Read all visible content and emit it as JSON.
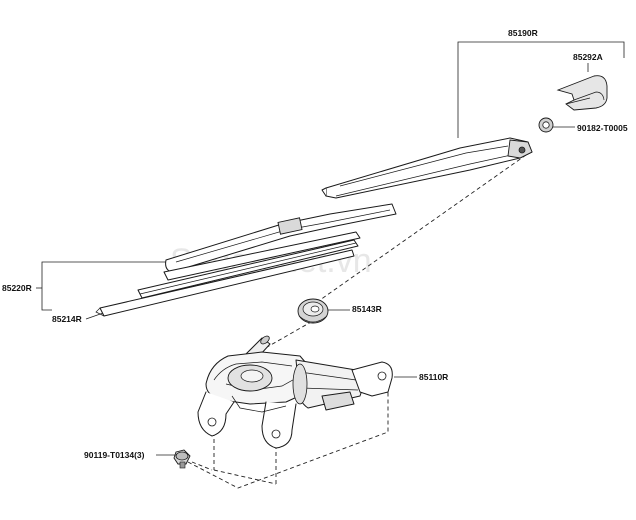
{
  "watermark": "SedanViet.vn",
  "parts": {
    "arm": "85190R",
    "cap": "85292A",
    "nut": "90182-T0005",
    "blade_assembly": "85220R",
    "blade_rubber": "85214R",
    "grommet": "85143R",
    "motor": "85110R",
    "bolt": "90119-T0134(3)"
  }
}
